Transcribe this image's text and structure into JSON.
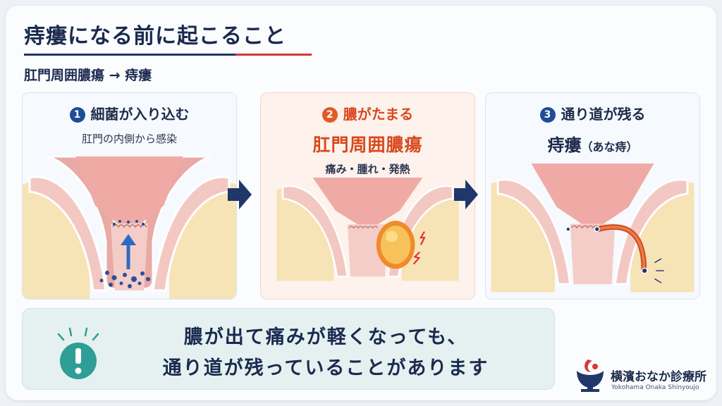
{
  "header": {
    "title": "痔瘻になる前に起こること",
    "subtitle": "肛門周囲膿瘍 → 痔瘻"
  },
  "steps": [
    {
      "number": "1",
      "title": "細菌が入り込む",
      "description": "肛門の内側から感染"
    },
    {
      "number": "2",
      "title": "膿がたまる",
      "highlight": "肛門周囲膿瘍",
      "description": "痛み・腫れ・発熱"
    },
    {
      "number": "3",
      "title": "通り道が残る",
      "highlight": "痔瘻",
      "highlight_note": "（あな痔）"
    }
  ],
  "note": {
    "line1": "膿が出て痛みが軽くなっても、",
    "line2": "通り道が残っていることがあります",
    "icon": "exclamation-icon"
  },
  "clinic": {
    "name": "横濱おなか診療所",
    "romanized": "Yokohama Onaka Shinyoujo"
  },
  "colors": {
    "navy": "#1f3769",
    "accent_red": "#d8363a",
    "step_orange": "#e35a27",
    "tissue_pink": "#efb5b0",
    "note_teal": "#2e9e96"
  }
}
